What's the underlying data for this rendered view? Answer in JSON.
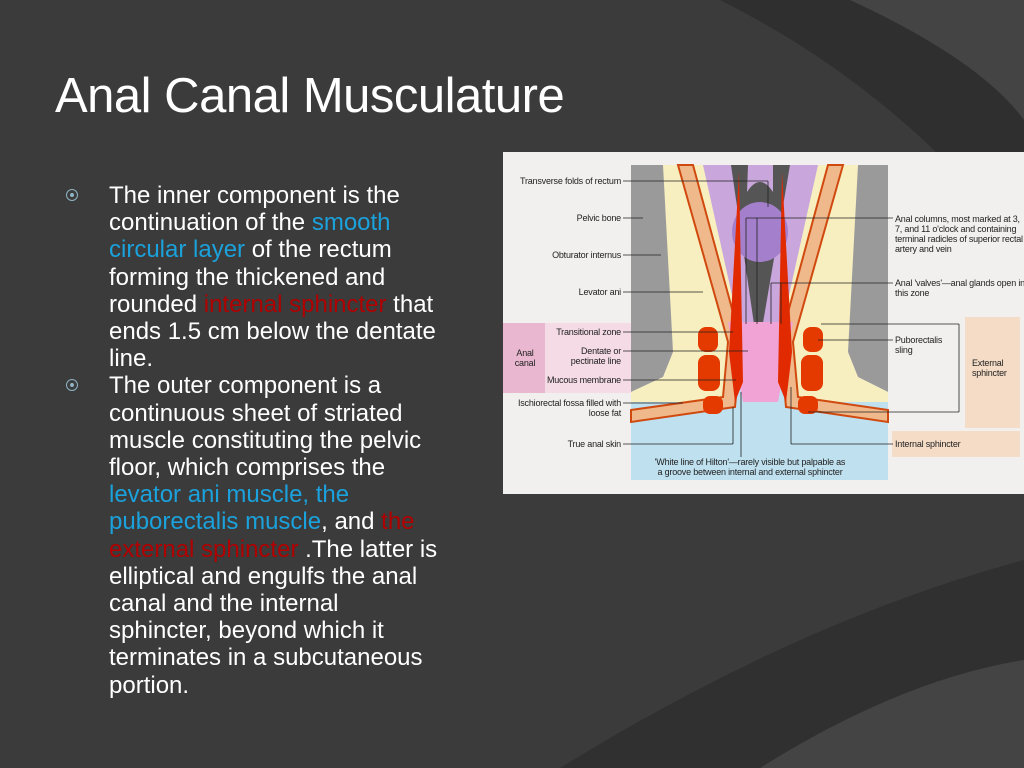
{
  "slide": {
    "title": "Anal Canal Musculature",
    "bullets": [
      {
        "lines": [
          [
            {
              "t": "The inner component is the",
              "c": "white"
            }
          ],
          [
            {
              "t": "continuation of the ",
              "c": "white"
            },
            {
              "t": "smooth",
              "c": "blue"
            }
          ],
          [
            {
              "t": "circular layer",
              "c": "blue"
            },
            {
              "t": " of the rectum",
              "c": "white"
            }
          ],
          [
            {
              "t": "forming the thickened and",
              "c": "white"
            }
          ],
          [
            {
              "t": "rounded ",
              "c": "white"
            },
            {
              "t": "internal sphincter",
              "c": "red"
            },
            {
              "t": " that",
              "c": "white"
            }
          ],
          [
            {
              "t": "ends 1.5 cm below the dentate",
              "c": "white"
            }
          ],
          [
            {
              "t": "line.",
              "c": "white"
            }
          ]
        ]
      },
      {
        "lines": [
          [
            {
              "t": "The outer component is a",
              "c": "white"
            }
          ],
          [
            {
              "t": "continuous sheet of striated",
              "c": "white"
            }
          ],
          [
            {
              "t": "muscle constituting the pelvic",
              "c": "white"
            }
          ],
          [
            {
              "t": "floor, which comprises the",
              "c": "white"
            }
          ],
          [
            {
              "t": "levator ani muscle, the",
              "c": "blue"
            }
          ],
          [
            {
              "t": "puborectalis muscle",
              "c": "blue"
            },
            {
              "t": ", and ",
              "c": "white"
            },
            {
              "t": "the",
              "c": "red"
            }
          ],
          [
            {
              "t": "external sphincter",
              "c": "red"
            },
            {
              "t": " .The latter is",
              "c": "white"
            }
          ],
          [
            {
              "t": "elliptical and engulfs the anal",
              "c": "white"
            }
          ],
          [
            {
              "t": "canal and the internal",
              "c": "white"
            }
          ],
          [
            {
              "t": "sphincter, beyond which it",
              "c": "white"
            }
          ],
          [
            {
              "t": "terminates in a subcutaneous",
              "c": "white"
            }
          ],
          [
            {
              "t": "portion.",
              "c": "white"
            }
          ]
        ]
      }
    ],
    "colors": {
      "white": "#ffffff",
      "blue": "#1ba1db",
      "red": "#b00000",
      "background": "#3b3b3b"
    }
  },
  "diagram": {
    "labels_left": {
      "transverse_folds": "Transverse folds of rectum",
      "pelvic_bone": "Pelvic bone",
      "obturator": "Obturator internus",
      "levator": "Levator ani",
      "transitional": "Transitional zone",
      "dentate_1": "Dentate or",
      "dentate_2": "pectinate line",
      "mucous": "Mucous membrane",
      "ischio_1": "Ischiorectal fossa filled with",
      "ischio_2": "loose fat",
      "skin": "True anal skin",
      "anal_canal_1": "Anal",
      "anal_canal_2": "canal"
    },
    "labels_bottom": {
      "hilton_1": "'White line of Hilton'—rarely visible but palpable as",
      "hilton_2": "a groove between internal and external sphincter"
    },
    "labels_right": {
      "columns_1": "Anal columns, most marked at 3,",
      "columns_2": "7, and 11 o'clock and containing",
      "columns_3": "terminal radicles of superior rectal",
      "columns_4": "artery and vein",
      "valves_1": "Anal 'valves'—anal glands open in",
      "valves_2": "this zone",
      "pubo_1": "Puborectalis",
      "pubo_2": "sling",
      "ext_1": "External",
      "ext_2": "sphincter",
      "internal": "Internal sphincter"
    }
  }
}
